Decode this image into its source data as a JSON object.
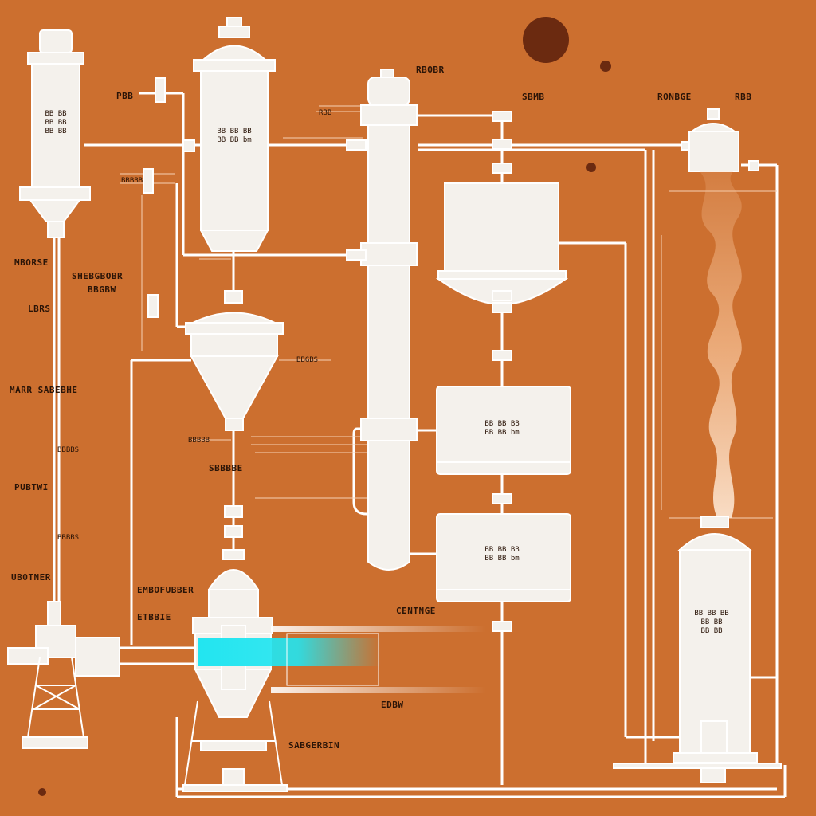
{
  "colors": {
    "background": "#cc6f2f",
    "line": "#ffffff",
    "vessel": "#f4f1ec",
    "jet": "#22e5f0",
    "smoke": "#f2b88a",
    "dot": "#6b2a10"
  },
  "labels": [
    {
      "id": "top-left-1",
      "text": "PBB"
    },
    {
      "id": "top-mid-1",
      "text": "RBOBR"
    },
    {
      "id": "top-mid-2",
      "text": "SBMB"
    },
    {
      "id": "top-right-1",
      "text": "RONBGE"
    },
    {
      "id": "top-right-2",
      "text": "RBB"
    },
    {
      "id": "left-1",
      "text": "MBORSE"
    },
    {
      "id": "mid-1a",
      "text": "SHEBGBOBR"
    },
    {
      "id": "mid-1b",
      "text": "BBGBW"
    },
    {
      "id": "left-2",
      "text": "LBRS"
    },
    {
      "id": "left-3",
      "text": "MARR SABEBHE"
    },
    {
      "id": "left-4",
      "text": "PUBTWI"
    },
    {
      "id": "left-5",
      "text": "UBOTNER"
    },
    {
      "id": "mid-2",
      "text": "SBBBBE"
    },
    {
      "id": "mid-3",
      "text": "EMBOFUBBER"
    },
    {
      "id": "mid-4",
      "text": "ETBBIE"
    },
    {
      "id": "mid-5",
      "text": "CENTNGE"
    },
    {
      "id": "mid-6",
      "text": "EDBW"
    },
    {
      "id": "mid-7",
      "text": "SABGERBIN"
    },
    {
      "id": "tag-1",
      "text": "RBB"
    },
    {
      "id": "tag-2",
      "text": "BBBBB"
    },
    {
      "id": "tag-3",
      "text": "BBGBS"
    },
    {
      "id": "tag-4",
      "text": "BBBBB"
    },
    {
      "id": "tag-5",
      "text": "BBBBS"
    },
    {
      "id": "tag-6",
      "text": "BBBBS"
    }
  ],
  "vessel_text": [
    {
      "id": "v1",
      "text": "BB BB\nBB BB\nBB BB"
    },
    {
      "id": "v2",
      "text": "BB BB BB\nBB BB bm"
    },
    {
      "id": "v3",
      "text": "BB BB BB\nBB BB bm"
    },
    {
      "id": "v4",
      "text": "BB BB BB\nBB BB bm"
    },
    {
      "id": "v5",
      "text": "BB BB BB\nBB BB\nBB BB"
    }
  ]
}
